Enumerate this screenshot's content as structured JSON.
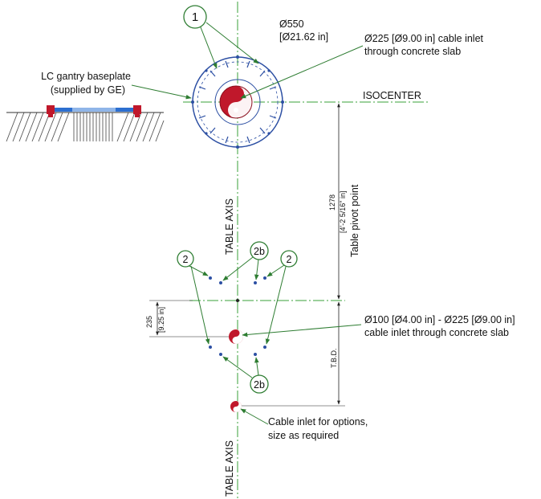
{
  "labels": {
    "callout_1": "1",
    "callout_2_left": "2",
    "callout_2b_top": "2b",
    "callout_2_right": "2",
    "callout_2b_bottom": "2b",
    "dia_550": "Ø550",
    "dia_550_in": "[Ø21.62 in]",
    "inlet_225_line1": "Ø225 [Ø9.00 in] cable inlet",
    "inlet_225_line2": "through concrete slab",
    "baseplate_line1": "LC gantry baseplate",
    "baseplate_line2": "(supplied by GE)",
    "isocenter": "ISOCENTER",
    "table_axis_top": "TABLE AXIS",
    "table_axis_bottom": "TABLE AXIS",
    "dim_1278": "1278",
    "dim_1278_in": "[4'-2 5/16\" in]",
    "table_pivot": "Table pivot point",
    "dim_235": "235",
    "dim_235_in": "[9.25 in]",
    "inlet_100_line1": "Ø100 [Ø4.00 in] - Ø225 [Ø9.00 in]",
    "inlet_100_line2": "cable inlet through concrete slab",
    "tbd": "T.B.D.",
    "options_line1": "Cable inlet for options,",
    "options_line2": "size as required"
  },
  "colors": {
    "axis_green": "#3aa03a",
    "ring_blue": "#2c4fa3",
    "inlet_red": "#c0182b",
    "callout_green": "#2e7d32"
  }
}
